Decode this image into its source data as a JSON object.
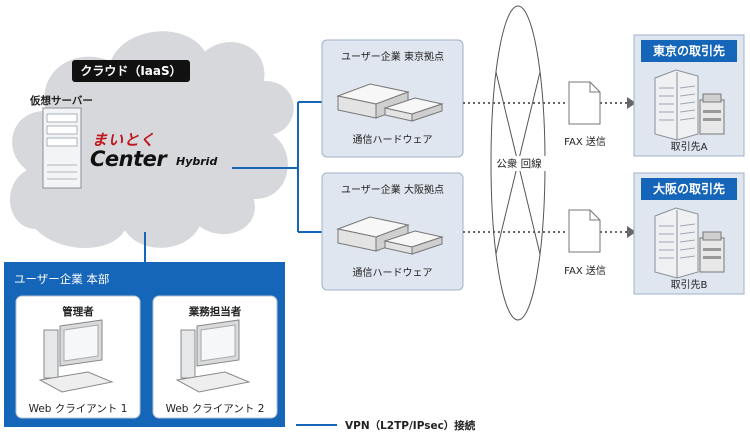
{
  "cloud": {
    "title": "クラウド（IaaS）",
    "virtual_server_label": "仮想サーバー",
    "logo_mark": "まいとく",
    "logo_center": "Center",
    "logo_hybrid": "Hybrid"
  },
  "headquarters": {
    "title": "ユーザー企業 本部",
    "clients": [
      {
        "role": "管理者",
        "name": "Web クライアント 1"
      },
      {
        "role": "業務担当者",
        "name": "Web クライアント 2"
      }
    ]
  },
  "sites": [
    {
      "title": "ユーザー企業 東京拠点",
      "hardware_label": "通信ハードウェア"
    },
    {
      "title": "ユーザー企業 大阪拠点",
      "hardware_label": "通信ハードウェア"
    }
  ],
  "network": {
    "label": "公衆 回線"
  },
  "fax": [
    {
      "label": "FAX 送信"
    },
    {
      "label": "FAX 送信"
    }
  ],
  "clients_external": [
    {
      "title": "東京の取引先",
      "name": "取引先A"
    },
    {
      "title": "大阪の取引先",
      "name": "取引先B"
    }
  ],
  "legend": {
    "vpn_label": "VPN（L2TP/IPsec）接続"
  },
  "colors": {
    "accent": "#1565b8",
    "box_fill": "#dfe6ef",
    "box_border": "#8fa6bf",
    "cloud": "#d7d9dc"
  }
}
